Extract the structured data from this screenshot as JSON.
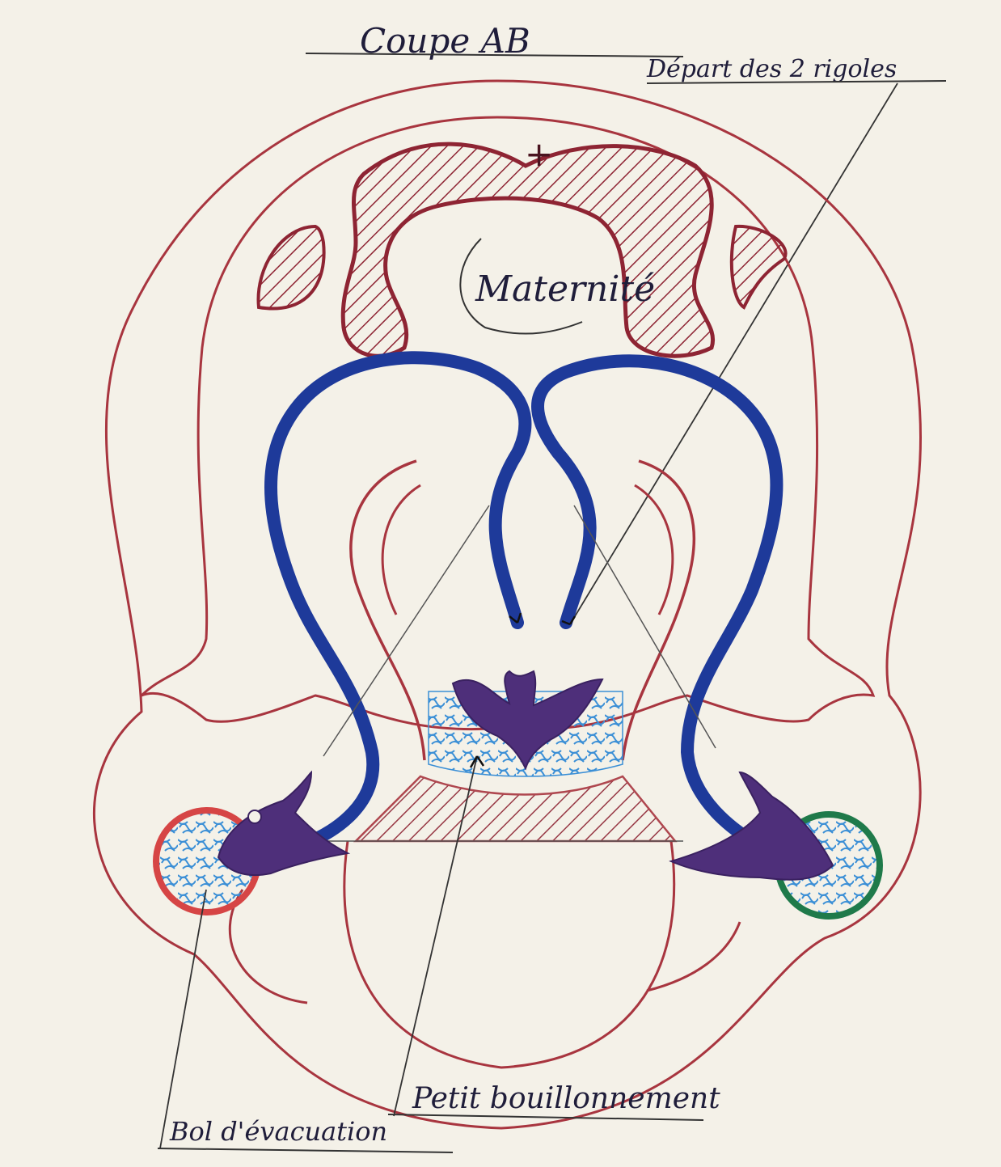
{
  "title": "Coupe AB",
  "labels": {
    "top_right": "Départ des 2 rigoles",
    "center": "Maternité",
    "bottom_center": "Petit bouillonnement",
    "bottom_left": "Bol d'évacuation"
  },
  "symbols": {
    "cross": "+"
  },
  "colors": {
    "paper": "#f4f1e8",
    "outline_red": "#a8353f",
    "hatch_red": "#8e2433",
    "channel_blue": "#1e3a9a",
    "water_blue": "#3b8fd6",
    "dove_purple": "#4e2f7a",
    "bowl_left_rim": "#d64545",
    "bowl_right_rim": "#1f7a4a",
    "ink": "#1f1d3a"
  }
}
